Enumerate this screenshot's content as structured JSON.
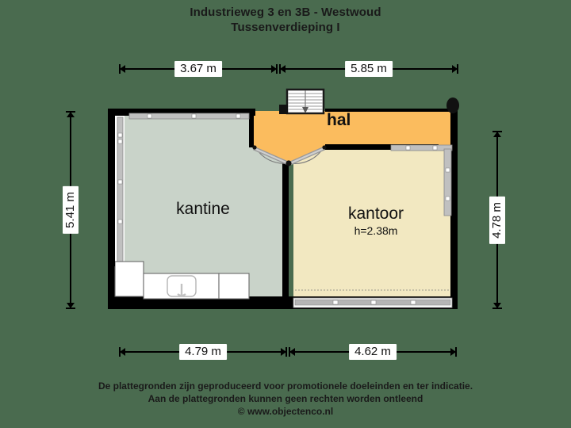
{
  "title": {
    "line1": "Industrieweg 3 en 3B - Westwoud",
    "line2": "Tussenverdieping I"
  },
  "footer": {
    "line1": "De plattegronden zijn geproduceerd voor promotionele doeleinden en ter indicatie.",
    "line2": "Aan de plattegronden kunnen geen rechten worden ontleend",
    "line3": "© www.objectenco.nl"
  },
  "dimensions": {
    "top_left": "3.67 m",
    "top_right": "5.85 m",
    "bottom_left": "4.79 m",
    "bottom_right": "4.62 m",
    "left": "5.41 m",
    "right": "4.78 m"
  },
  "rooms": [
    {
      "id": "kantine",
      "name": "kantine",
      "sub": "",
      "fill": "#c9d3c9"
    },
    {
      "id": "kantoor",
      "name": "kantoor",
      "sub": "h=2.38m",
      "fill": "#f2e8c1"
    },
    {
      "id": "hal",
      "name": "hal",
      "sub": "",
      "fill": "#fbbc5e"
    }
  ],
  "colors": {
    "background": "#4a6b4f",
    "wall": "#000000",
    "window": "#b8b8b8",
    "kantine_fill": "#c9d3c9",
    "kantoor_fill": "#f2e8c1",
    "hal_fill": "#fbbc5e",
    "text": "#111111",
    "label_bg": "#ffffff"
  },
  "features": [
    {
      "name": "staircase",
      "label": ""
    },
    {
      "name": "kitchen-counter",
      "label": ""
    },
    {
      "name": "sink",
      "label": ""
    },
    {
      "name": "door-swing-left",
      "label": ""
    },
    {
      "name": "door-swing-right",
      "label": ""
    }
  ]
}
